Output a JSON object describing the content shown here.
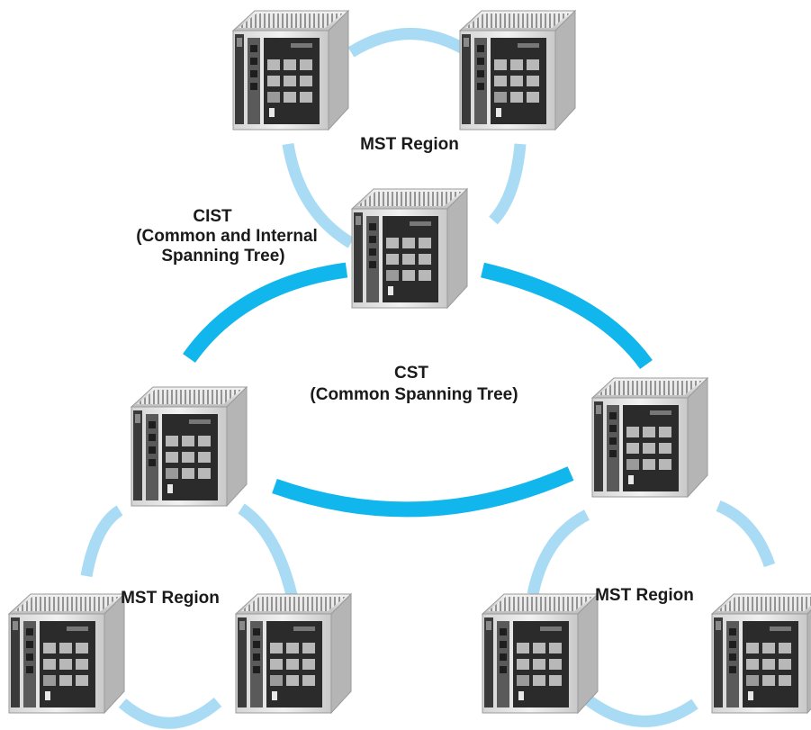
{
  "labels": {
    "mst_region_top": "MST Region",
    "cist_line1": "CIST",
    "cist_line2": "(Common and Internal",
    "cist_line3": "Spanning Tree)",
    "cst_line1": "CST",
    "cst_line2": "(Common Spanning Tree)",
    "mst_region_left": "MST Region",
    "mst_region_right": "MST Region"
  },
  "colors": {
    "cst_link": "#11b6ec",
    "mst_link": "#a9dcf4",
    "switch_body": "#e4e4e4",
    "switch_panel": "#2b2b2b"
  },
  "icons": {
    "switch": "industrial-ethernet-switch-icon"
  }
}
